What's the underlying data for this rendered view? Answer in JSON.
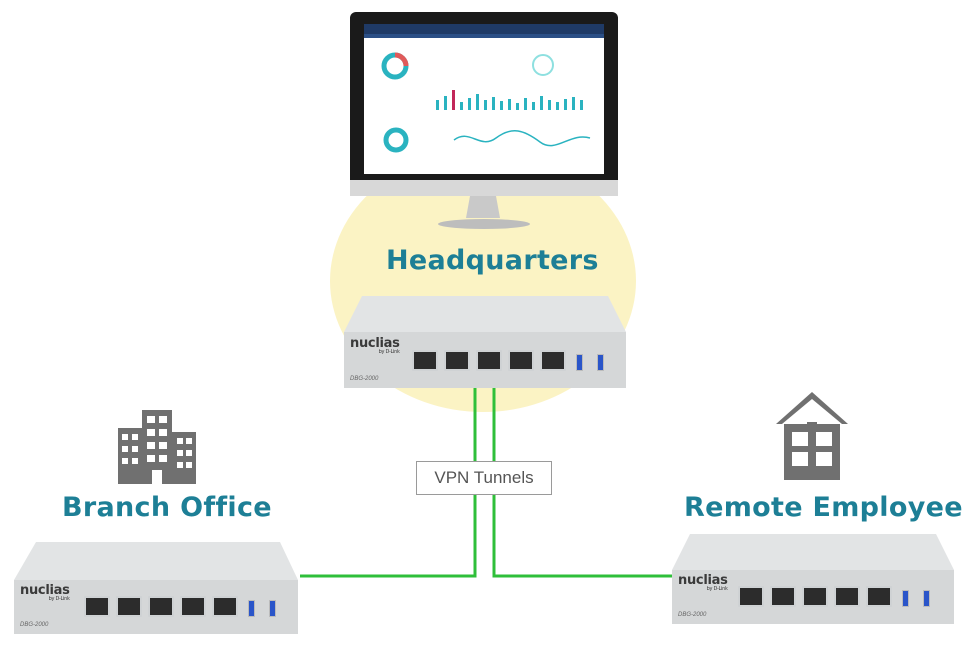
{
  "labels": {
    "headquarters": "Headquarters",
    "branch_office": "Branch Office",
    "remote_employee": "Remote Employee",
    "vpn": "VPN Tunnels"
  },
  "device": {
    "brand": "nuclias",
    "sub_brand": "by D-Link",
    "model": "DBG-2000"
  },
  "colors": {
    "label": "#1d7f96",
    "tunnel": "#2fbf3a",
    "glow": "#fbf3c4",
    "building": "#707070"
  }
}
